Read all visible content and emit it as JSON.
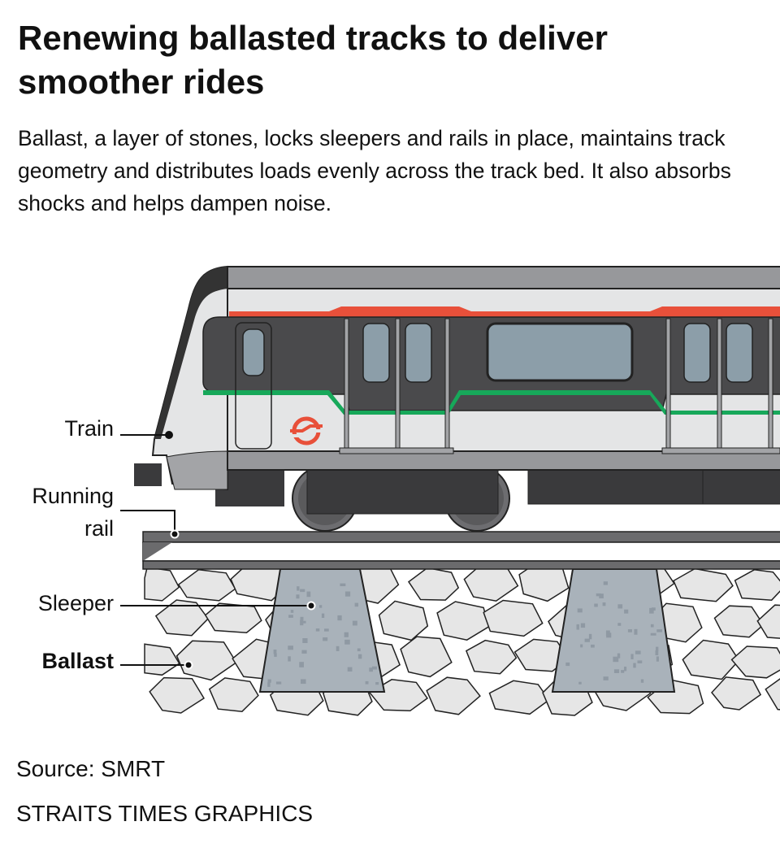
{
  "title": "Renewing ballasted tracks to deliver smoother rides",
  "intro": "Ballast, a layer of stones, locks sleepers and rails in place, maintains track geometry and distributes loads evenly across the track bed. It also absorbs shocks and helps dampen noise.",
  "labels": {
    "train": "Train",
    "running_rail_1": "Running",
    "running_rail_2": "rail",
    "sleeper": "Sleeper",
    "ballast": "Ballast"
  },
  "source": "Source: SMRT",
  "credit": "STRAITS TIMES GRAPHICS",
  "colors": {
    "red": "#e8503a",
    "green": "#17a85a",
    "body": "#e4e5e6",
    "dark": "#4a4a4c",
    "window": "#8c9ea9",
    "sleeper": "#a9b2ba",
    "stone": "#e6e6e6"
  }
}
